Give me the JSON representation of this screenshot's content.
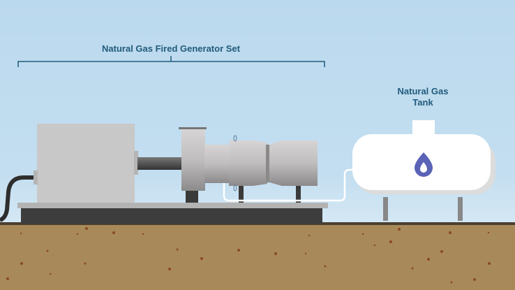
{
  "diagram": {
    "labels": {
      "generator_set": "Natural Gas Fired Generator Set",
      "tank_line1": "Natural Gas",
      "tank_line2": "Tank"
    },
    "components": [
      "electric-generator",
      "drive-shaft",
      "gas-turbine-engine",
      "skid-base",
      "fuel-line",
      "natural-gas-tank",
      "power-cable",
      "ground"
    ],
    "icons": {
      "tank_symbol": "gas-drop-icon"
    },
    "colors": {
      "sky": "#bbd9ee",
      "label_text": "#215b7b",
      "bracket": "#215b7b",
      "ground": "#a8895a",
      "ground_dots": "#8a4a22",
      "skid": "#3d3d3d",
      "skid_top": "#b3b3b3",
      "generator_box": "#c8c8c8",
      "tank": "#ffffff",
      "drop": "#5b63b6"
    }
  }
}
